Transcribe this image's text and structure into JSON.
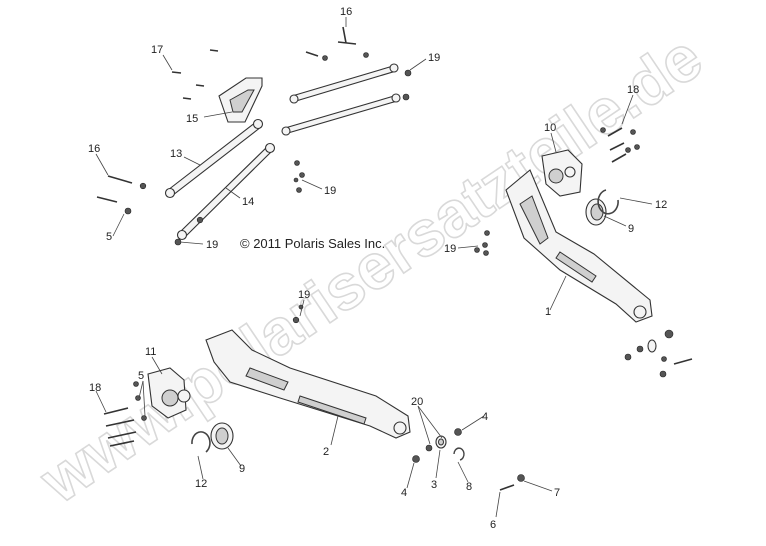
{
  "copyright": "© 2011 Polaris Sales Inc.",
  "watermark": "www.polarisersatzteile.de",
  "callouts": {
    "c16": "16",
    "c17": "17",
    "c19a": "19",
    "c15": "15",
    "c13": "13",
    "c14": "14",
    "c16b": "16",
    "c5a": "5",
    "c19b": "19",
    "c19c": "19",
    "c18a": "18",
    "c10": "10",
    "c12a": "12",
    "c9a": "9",
    "c19d": "19",
    "c1": "1",
    "c19e": "19",
    "c11": "11",
    "c5b": "5",
    "c18b": "18",
    "c9b": "9",
    "c12b": "12",
    "c2": "2",
    "c20": "20",
    "c4a": "4",
    "c4b": "4",
    "c3": "3",
    "c8": "8",
    "c7": "7",
    "c6": "6"
  }
}
